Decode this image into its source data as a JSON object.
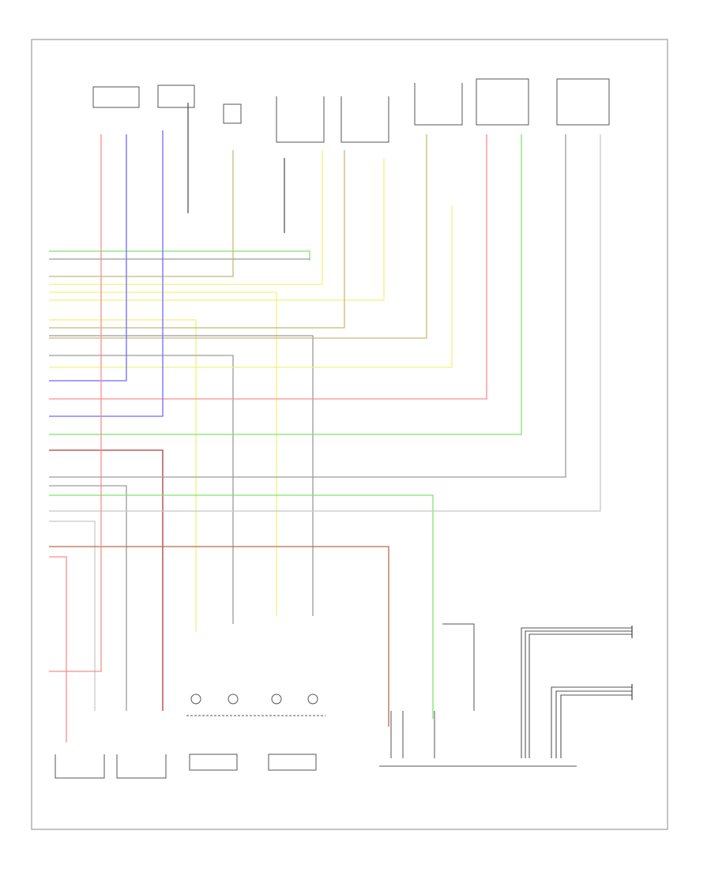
{
  "figure": {
    "footer_code": "",
    "legend_note": "",
    "colors": {
      "red": "#ff8c8c",
      "blue": "#6b6bff",
      "green": "#7fe36b",
      "yellow": "#f4f27a",
      "tan": "#c9b87a",
      "brown": "#b96a4a",
      "dark_red": "#b33a3a",
      "gray": "#9a9a9a",
      "pink": "#ffc8c8",
      "line": "#555555"
    }
  },
  "components": {
    "top": [
      {
        "id": "top-1",
        "label": ""
      },
      {
        "id": "top-2",
        "label": ""
      },
      {
        "id": "top-3",
        "label": ""
      },
      {
        "id": "top-4",
        "label": ""
      },
      {
        "id": "top-5",
        "label": ""
      },
      {
        "id": "top-6",
        "label": ""
      },
      {
        "id": "top-7",
        "label": ""
      },
      {
        "id": "top-8",
        "label": ""
      }
    ],
    "bottom": [
      {
        "id": "bottom-1",
        "label": ""
      },
      {
        "id": "bottom-2",
        "label": ""
      },
      {
        "id": "bottom-3",
        "label": ""
      },
      {
        "id": "bottom-4",
        "label": ""
      },
      {
        "id": "bottom-5",
        "label": ""
      }
    ],
    "right_sensors": [
      {
        "id": "sensor-1",
        "label": ""
      },
      {
        "id": "sensor-2",
        "label": ""
      }
    ]
  },
  "wires": [
    {
      "color": "green"
    },
    {
      "color": "gray"
    },
    {
      "color": "tan"
    },
    {
      "color": "yellow"
    },
    {
      "color": "yellow"
    },
    {
      "color": "yellow"
    },
    {
      "color": "yellow"
    },
    {
      "color": "tan"
    },
    {
      "color": "gray"
    },
    {
      "color": "tan"
    },
    {
      "color": "blue"
    },
    {
      "color": "red"
    },
    {
      "color": "blue"
    },
    {
      "color": "green"
    },
    {
      "color": "dark_red"
    },
    {
      "color": "gray"
    },
    {
      "color": "gray"
    },
    {
      "color": "green"
    },
    {
      "color": "gray"
    },
    {
      "color": "gray"
    },
    {
      "color": "brown"
    },
    {
      "color": "red"
    },
    {
      "color": "red"
    }
  ]
}
